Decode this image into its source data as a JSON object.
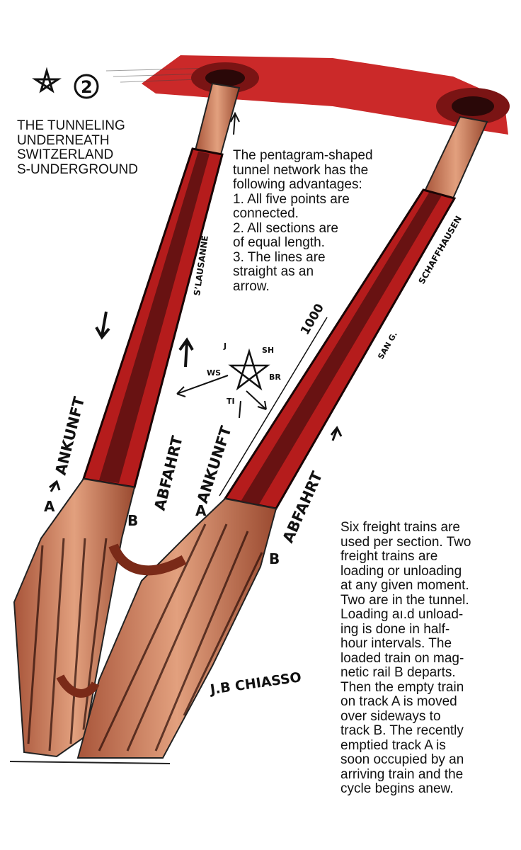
{
  "header": {
    "number": "2"
  },
  "title_lines": [
    "THE TUNNELING",
    "UNDERNEATH",
    "SWITZERLAND",
    "S-UNDERGROUND"
  ],
  "advantages_lines": [
    "The pentagram-shaped",
    "tunnel network has the",
    "following advantages:",
    "1. All five points are",
    "connected.",
    "2. All sections are",
    "of equal length.",
    "3. The lines are",
    "straight as an",
    "arrow."
  ],
  "cycle_lines": [
    "Six freight trains are",
    "used per section. Two",
    "freight trains are",
    "loading or unloading",
    "at any given moment.",
    "Two are in the tunnel.",
    "Loading aı.d unload-",
    "ing is done in half-",
    "hour intervals. The",
    "loaded train on mag-",
    "netic rail B departs.",
    "Then the empty train",
    "on track A is moved",
    "over sideways to",
    "track B. The recently",
    "emptied track A is",
    "soon occupied by an",
    "arriving train and the",
    "cycle begins anew."
  ],
  "handwritten": {
    "lausanne": "S’LAUSANNE",
    "schaffhausen": "SCHAFFHAUSEN",
    "st_gallen": "SAN G.",
    "distance": "1000",
    "ankunft_left": "ANKUNFT",
    "abfahrt_left": "ABFAHRT",
    "ankunft_right": "ANKUNFT",
    "abfahrt_right": "ABFAHRT",
    "track_a_left": "A",
    "track_b_left": "B",
    "track_a_right": "A",
    "track_b_right": "B",
    "chiasso": "J.B CHIASSO",
    "star_sh": "SH",
    "star_br": "BR",
    "star_ws": "WS",
    "star_ti": "TI",
    "star_top": "J"
  },
  "colors": {
    "tunnel_red": "#b51c1c",
    "tunnel_dark": "#5a1010",
    "bar_red": "#c81e1e",
    "ink": "#111111",
    "flesh": "#d98b6a"
  }
}
